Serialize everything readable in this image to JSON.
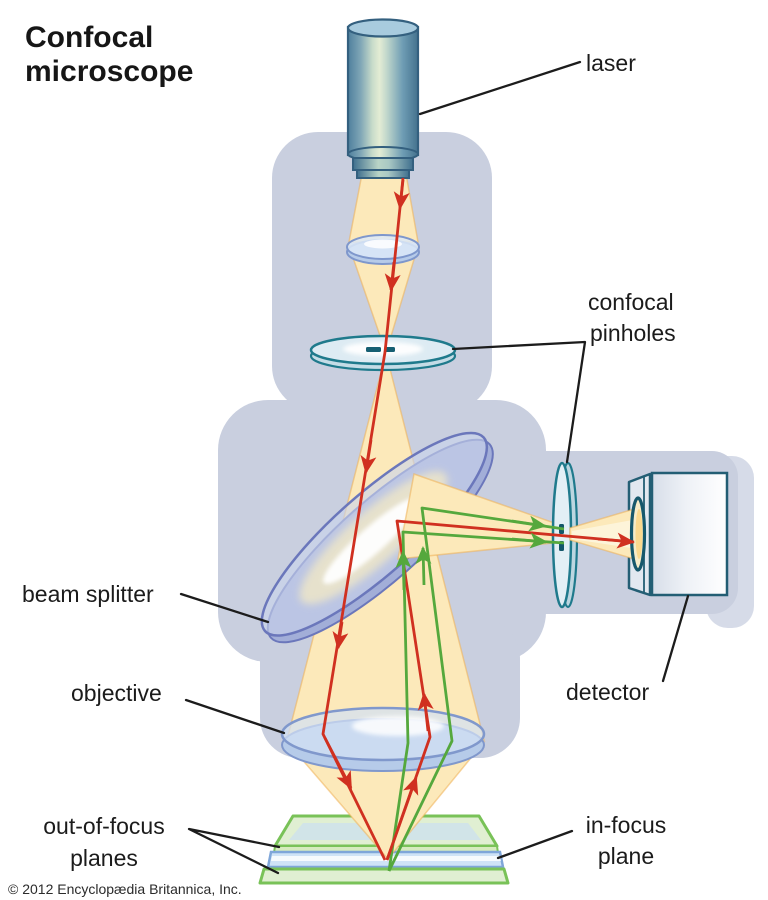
{
  "title": {
    "line1": "Confocal",
    "line2": "microscope"
  },
  "labels": {
    "laser": "laser",
    "confocal_pinholes": {
      "line1": "confocal",
      "line2": "pinholes"
    },
    "beam_splitter": "beam splitter",
    "objective": "objective",
    "detector": "detector",
    "out_of_focus": {
      "line1": "out-of-focus",
      "line2": "planes"
    },
    "in_focus": {
      "line1": "in-focus",
      "line2": "plane"
    }
  },
  "credit": "© 2012 Encyclopædia Britannica, Inc.",
  "colors": {
    "background": "#ffffff",
    "housing_silhouette": "#c9cfdf",
    "beam_yellow": "#fce9ba",
    "excitation_ray_red": "#d03020",
    "emission_ray_green": "#55a83d",
    "pinhole_teal": "#1f7a8c",
    "detector_outline": "#235e74",
    "lens_outline": "#8098cc",
    "beam_splitter_outline": "#6b77bb",
    "focus_plane_green": "#79c258",
    "focus_plane_blue": "#7fa6d9",
    "label_text": "#1b1b1b"
  }
}
